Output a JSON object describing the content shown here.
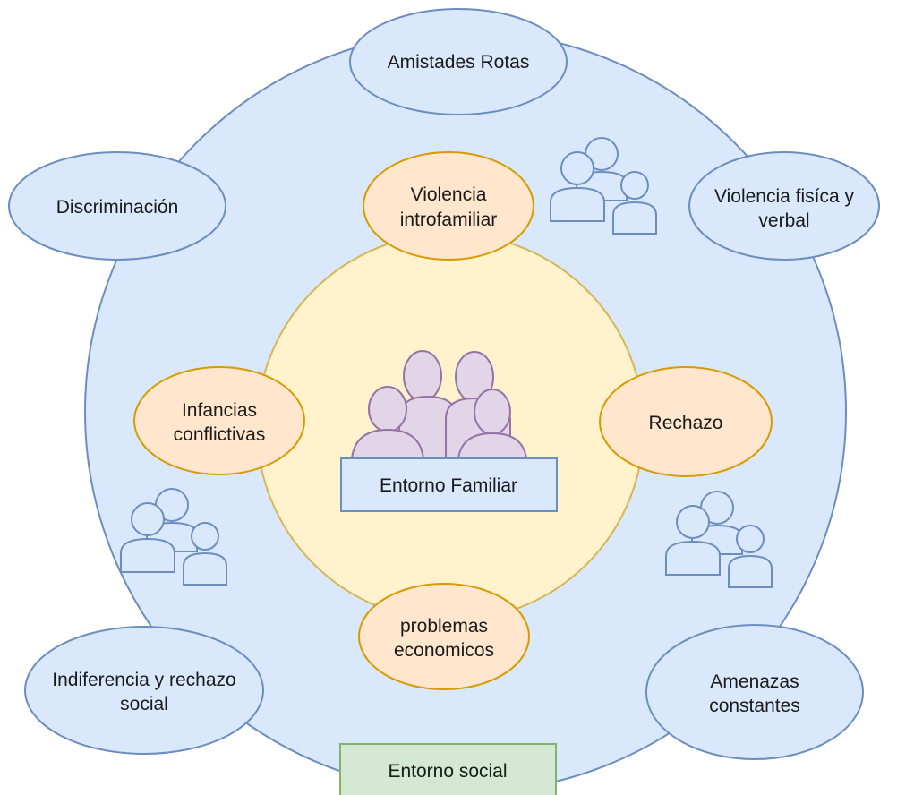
{
  "colors": {
    "social_fill": "#dae8fc",
    "social_stroke": "#6c8ebf",
    "family_fill": "#fff2cc",
    "family_stroke": "#d6b656",
    "factor_fill": "#ffe6cc",
    "factor_stroke": "#d79b00",
    "people_fill": "#e1d5e7",
    "people_stroke": "#9673a6",
    "label_green_fill": "#d5e8d4",
    "label_green_stroke": "#82b366"
  },
  "social": {
    "label": "Entorno social",
    "nodes": {
      "top": {
        "line1": "Amistades Rotas",
        "line2": ""
      },
      "upper_left": {
        "line1": "Discriminación",
        "line2": ""
      },
      "upper_right": {
        "line1": "Violencia fisíca y",
        "line2": "verbal"
      },
      "lower_left": {
        "line1": "Indiferencia y rechazo",
        "line2": "social"
      },
      "lower_right": {
        "line1": "Amenazas",
        "line2": "constantes"
      }
    }
  },
  "family": {
    "label": "Entorno Familiar",
    "nodes": {
      "top": {
        "line1": "Violencia",
        "line2": "introfamiliar"
      },
      "left": {
        "line1": "Infancias",
        "line2": "conflictivas"
      },
      "right": {
        "line1": "Rechazo",
        "line2": ""
      },
      "bottom": {
        "line1": "problemas",
        "line2": "economicos"
      }
    }
  },
  "icons": {
    "family_group": "family-group-icon",
    "user_group": "user-group-icon"
  }
}
